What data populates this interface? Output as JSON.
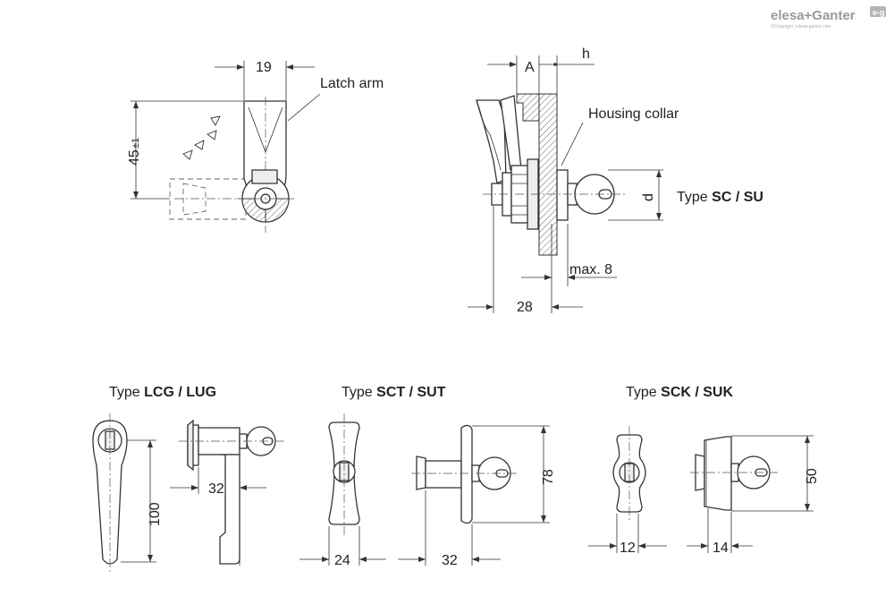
{
  "logo": {
    "brand": "elesa+Ganter",
    "copyright": "©Copyright | elesa-ganter.com",
    "badge": "e-g"
  },
  "top_left": {
    "dim_width": "19",
    "dim_height": "45",
    "dim_height_tol": "±1",
    "latch_arm_label": "Latch arm"
  },
  "top_right": {
    "dim_A": "A",
    "dim_h": "h",
    "housing_collar_label": "Housing collar",
    "dim_d": "d",
    "type_prefix": "Type ",
    "type_codes": "SC / SU",
    "dim_max": "max. 8",
    "dim_28": "28"
  },
  "bottom": {
    "lcg": {
      "type_prefix": "Type ",
      "type_codes": "LCG / LUG",
      "dim_100": "100",
      "dim_32": "32"
    },
    "sct": {
      "type_prefix": "Type ",
      "type_codes": "SCT / SUT",
      "dim_24": "24",
      "dim_32": "32",
      "dim_78": "78"
    },
    "sck": {
      "type_prefix": "Type ",
      "type_codes": "SCK / SUK",
      "dim_12": "12",
      "dim_14": "14",
      "dim_50": "50"
    }
  }
}
